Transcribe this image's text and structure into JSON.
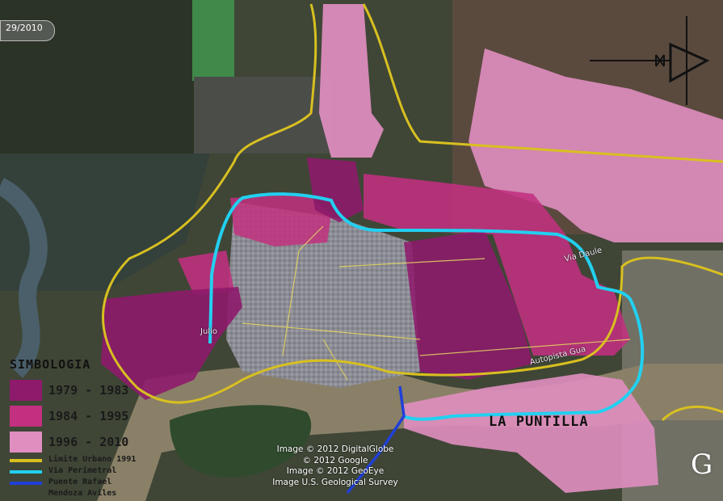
{
  "date_badge": "29/2010",
  "legend": {
    "title": "SIMBOLOGIA",
    "periods": [
      {
        "label": "1979 - 1983",
        "color": "#8e1a6c"
      },
      {
        "label": "1984 - 1995",
        "color": "#c2307f"
      },
      {
        "label": "1996 - 2010",
        "color": "#e08ec0"
      }
    ],
    "lines": [
      {
        "label": "Limite Urbano 1991",
        "color": "#d8c020"
      },
      {
        "label": "Via Perimetral",
        "color": "#22d0f0"
      },
      {
        "label": "Puente Rafael",
        "color": "#2040d8"
      },
      {
        "label": "Mendoza Aviles",
        "color": "#2040d8"
      }
    ]
  },
  "place_labels": {
    "la_puntilla": "LA PUNTILLA"
  },
  "road_labels": {
    "via_daule": "Via Daule",
    "autopista": "Autopista Gua",
    "julio": "Julio"
  },
  "credits": [
    "Image © 2012 DigitalGlobe",
    "© 2012 Google",
    "Image © 2012 GeoEye",
    "Image U.S. Geological Survey"
  ],
  "google_mark": "G",
  "colors": {
    "period_1979": "#8e1a6c",
    "period_1984": "#c2307f",
    "period_1996": "#e08ec0",
    "urban_limit": "#d8c020",
    "perimetral": "#22d0f0",
    "bridge": "#2040d8"
  }
}
